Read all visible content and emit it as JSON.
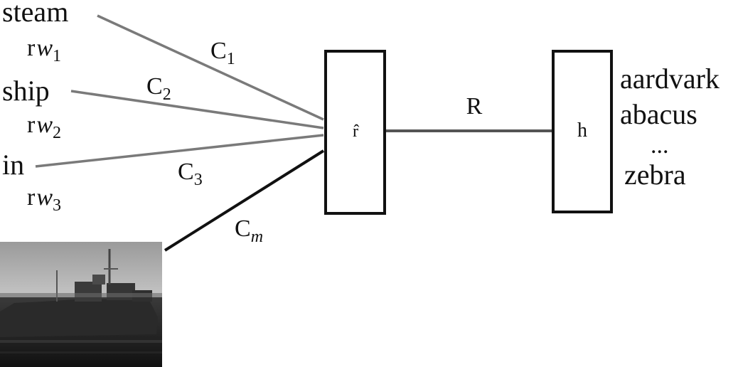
{
  "input_words": [
    {
      "word": "steam",
      "rep_prefix": "r",
      "rep_var": "w",
      "rep_index": "1"
    },
    {
      "word": "ship",
      "rep_prefix": "r",
      "rep_var": "w",
      "rep_index": "2"
    },
    {
      "word": "in",
      "rep_prefix": "r",
      "rep_var": "w",
      "rep_index": "3"
    }
  ],
  "context_weights": [
    {
      "base": "C",
      "sub": "1"
    },
    {
      "base": "C",
      "sub": "2"
    },
    {
      "base": "C",
      "sub": "3"
    },
    {
      "base": "C",
      "sub": "m"
    }
  ],
  "predicted_rep_label": "r̂",
  "link_label": "R",
  "hidden_label": "h",
  "output_vocabulary": [
    "aardvark",
    "abacus",
    "...",
    "zebra"
  ],
  "colors": {
    "ink": "#111111",
    "edge_gray": "#7a7a7a"
  }
}
